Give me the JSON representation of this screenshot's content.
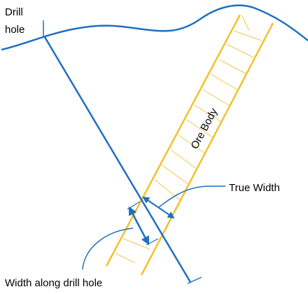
{
  "labels": {
    "drill_hole_line1": "Drill",
    "drill_hole_line2": "hole",
    "ore_body": "Ore Body",
    "true_width": "True Width",
    "width_along_drill_hole": "Width along drill hole"
  },
  "colors": {
    "blue": "#1f6fbf",
    "ore_yellow": "#f2c12e",
    "hatch_yellow": "#f0c84a",
    "text": "#000000",
    "background": "#ffffff"
  }
}
